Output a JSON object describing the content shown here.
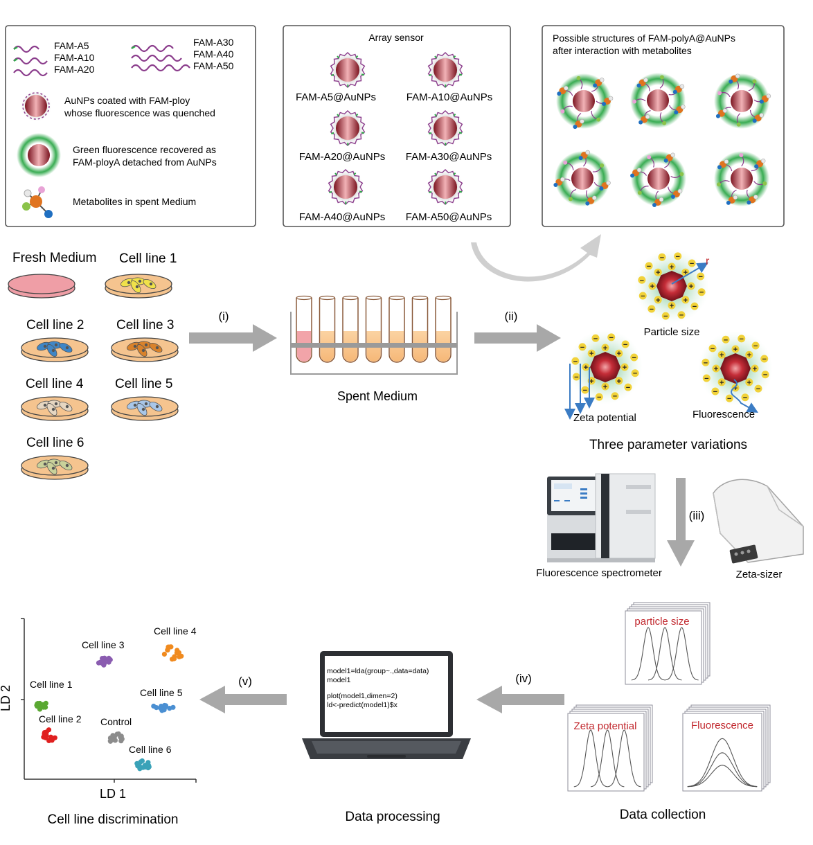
{
  "legend": {
    "items": [
      "FAM-A5",
      "FAM-A10",
      "FAM-A20",
      "FAM-A30",
      "FAM-A40",
      "FAM-A50"
    ],
    "quenched_line1": "AuNPs coated with FAM-ploy",
    "quenched_line2": "whose fluorescence was quenched",
    "recovered_line1": "Green fluorescence recovered as",
    "recovered_line2": "FAM-ployA detached from AuNPs",
    "metabolites": "Metabolites in spent Medium"
  },
  "array": {
    "title": "Array sensor",
    "sensors": [
      "FAM-A5@AuNPs",
      "FAM-A10@AuNPs",
      "FAM-A20@AuNPs",
      "FAM-A30@AuNPs",
      "FAM-A40@AuNPs",
      "FAM-A50@AuNPs"
    ]
  },
  "structures": {
    "title_line1": "Possible structures of FAM-polyA@AuNPs",
    "title_line2": "after interaction with metabolites"
  },
  "media": {
    "fresh": "Fresh Medium",
    "cell_lines": [
      "Cell line 1",
      "Cell line 2",
      "Cell line 3",
      "Cell line 4",
      "Cell line 5",
      "Cell line 6"
    ],
    "spent": "Spent Medium"
  },
  "steps": {
    "i": "(i)",
    "ii": "(ii)",
    "iii": "(iii)",
    "iv": "(iv)",
    "v": "(v)"
  },
  "parameters": {
    "radius": "r",
    "size": "Particle size",
    "zeta": "Zeta potential",
    "fluor": "Fluorescence",
    "title": "Three parameter variations"
  },
  "instruments": {
    "spectrometer": "Fluorescence spectrometer",
    "zetasizer": "Zeta-sizer"
  },
  "collection": {
    "size": "particle size",
    "zeta": "Zeta potential",
    "fluor": "Fluorescence",
    "title": "Data collection"
  },
  "processing": {
    "code": [
      "model1=lda(group~.,data=data)",
      "model1",
      "",
      "plot(model1,dimen=2)",
      "ld<-predict(model1)$x"
    ],
    "title": "Data processing"
  },
  "discrimination": {
    "xlabel": "LD 1",
    "ylabel": "LD 2",
    "title": "Cell line discrimination",
    "groups": [
      "Cell line 1",
      "Cell line 2",
      "Cell line 3",
      "Cell line 4",
      "Cell line 5",
      "Cell line 6",
      "Control"
    ],
    "colors": {
      "Cell line 1": "#5aa832",
      "Cell line 2": "#e0201f",
      "Cell line 3": "#8a5cb0",
      "Cell line 4": "#f08a1e",
      "Cell line 5": "#4a8fd2",
      "Cell line 6": "#3aa2b8",
      "Control": "#8c8c8c"
    }
  },
  "colors": {
    "accent_red": "#c1272d",
    "arrow_gray": "#a8a8a8",
    "fluor_green": "#2fa84a",
    "dish_peach": "#f5c48f",
    "dish_pink": "#ef9ea6"
  }
}
